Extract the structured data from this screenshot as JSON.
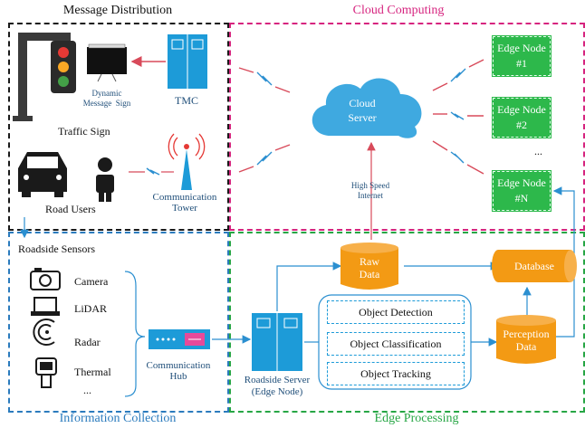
{
  "regions": {
    "message_distribution": "Message Distribution",
    "cloud_computing": "Cloud Computing",
    "information_collection": "Information Collection",
    "edge_processing": "Edge Processing"
  },
  "message": {
    "dms": "Dynamic\nMessage  Sign",
    "tmc": "TMC",
    "traffic_sign": "Traffic Sign",
    "road_users": "Road Users",
    "comm_tower": "Communication\nTower"
  },
  "cloud": {
    "server": "Cloud\nServer",
    "link": "High Speed\nInternet",
    "edge_nodes": [
      "Edge Node\n#1",
      "Edge Node\n#2",
      "Edge Node\n#N"
    ],
    "ellipsis": "..."
  },
  "sensors": {
    "title": "Roadside Sensors",
    "items": [
      "Camera",
      "LiDAR",
      "Radar",
      "Thermal"
    ],
    "ellipsis": "...",
    "hub": "Communication\nHub"
  },
  "edge": {
    "server": "Roadside Server\n(Edge Node)",
    "raw_data": "Raw\nData",
    "database": "Database",
    "perception": "Perception\nData",
    "tasks": [
      "Object Detection",
      "Object Classification",
      "Object Tracking"
    ]
  },
  "colors": {
    "black_border": "#1a1a1a",
    "cloud_border": "#d6247f",
    "info_border": "#2b7bbd",
    "edge_border": "#27a645",
    "edge_node_fill": "#2db84b",
    "cylinder_fill": "#f39a14",
    "server_fill": "#1d9bd8",
    "link_red": "#d84a5a",
    "arrow_blue": "#2b8fd0"
  }
}
